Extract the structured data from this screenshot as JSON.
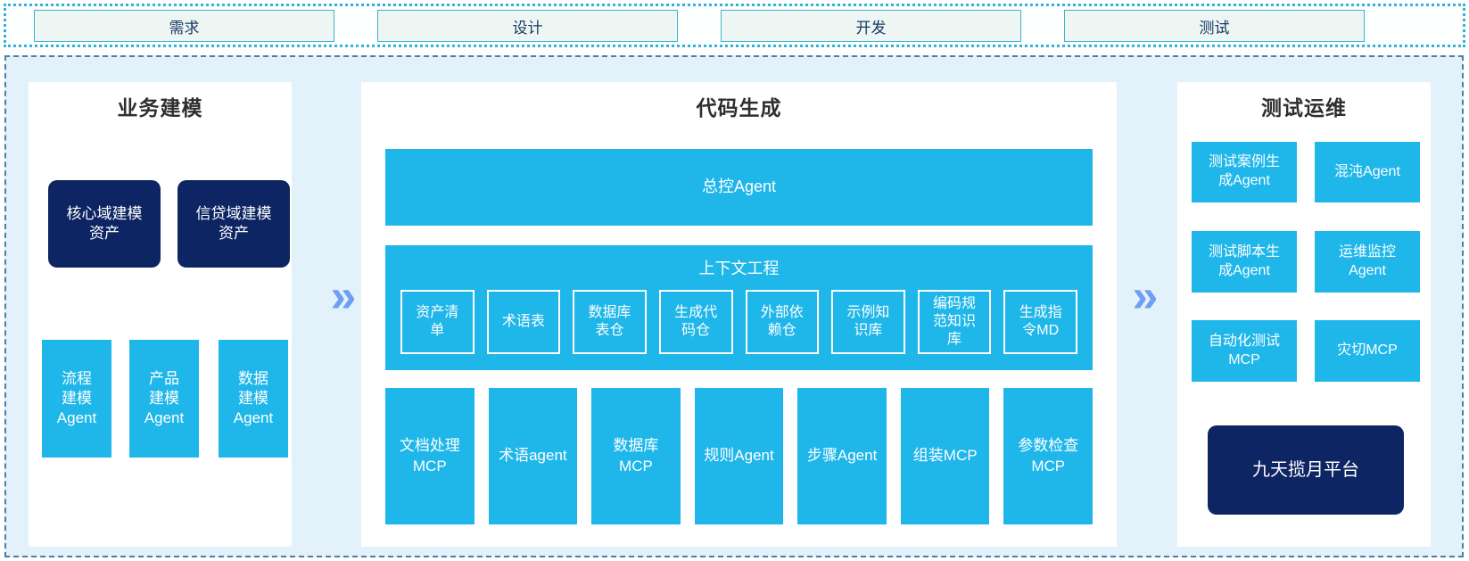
{
  "arrow": "»",
  "colors": {
    "cyan": "#1fb6ea",
    "navy": "#0e2563",
    "panel_bg": "#ffffff",
    "container_bg": "#e3f1fb",
    "dashed_border": "#4f7ea3",
    "dotted_border": "#2fb3dd",
    "arrow_blue": "#6f9ff2",
    "phase_fill": "#eef6f3",
    "phase_border": "#41b1d2",
    "phase_text": "#173a63"
  },
  "phases": [
    "需求",
    "设计",
    "开发",
    "测试"
  ],
  "sections": {
    "business_modeling": {
      "title": "业务建模",
      "asset_boxes": [
        "核心域建模\n资产",
        "信贷域建模\n资产"
      ],
      "agent_boxes": [
        "流程\n建模\nAgent",
        "产品\n建模\nAgent",
        "数据\n建模\nAgent"
      ]
    },
    "code_generation": {
      "title": "代码生成",
      "master_agent": "总控Agent",
      "context_engineering": {
        "title": "上下文工程",
        "items": [
          "资产清\n单",
          "术语表",
          "数据库\n表仓",
          "生成代\n码仓",
          "外部依\n赖仓",
          "示例知\n识库",
          "编码规\n范知识\n库",
          "生成指\n令MD"
        ]
      },
      "tools": [
        "文档处理\nMCP",
        "术语agent",
        "数据库\nMCP",
        "规则Agent",
        "步骤Agent",
        "组装MCP",
        "参数检查\nMCP"
      ]
    },
    "test_ops": {
      "title": "测试运维",
      "boxes": [
        "测试案例生\n成Agent",
        "混沌Agent",
        "测试脚本生\n成Agent",
        "运维监控\nAgent",
        "自动化测试\nMCP",
        "灾切MCP"
      ],
      "platform": "九天揽月平台"
    }
  }
}
